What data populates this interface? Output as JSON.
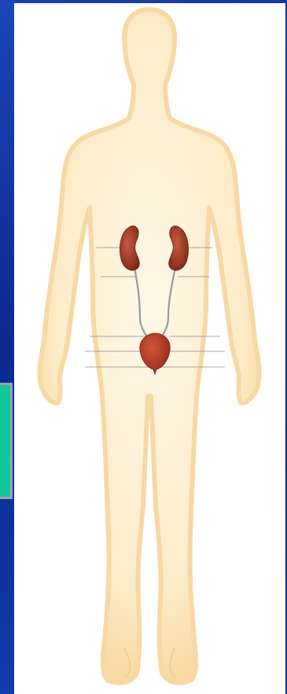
{
  "figure": {
    "subject": "human-body-urinary-system",
    "parts": [
      "left-kidney",
      "right-kidney",
      "left-ureter",
      "right-ureter",
      "bladder",
      "urethra"
    ]
  },
  "labels": {
    "left": [
      "",
      "",
      "",
      "",
      ""
    ],
    "right": [
      "",
      "",
      "",
      "",
      ""
    ]
  },
  "colors": {
    "background": "#0b2a8a",
    "panel": "#ffffff",
    "body_fill": "#fdf0d8",
    "body_outline": "#f8d9a4",
    "kidney": "#9b3422",
    "bladder": "#b43c28",
    "tab": "#12c79c"
  }
}
